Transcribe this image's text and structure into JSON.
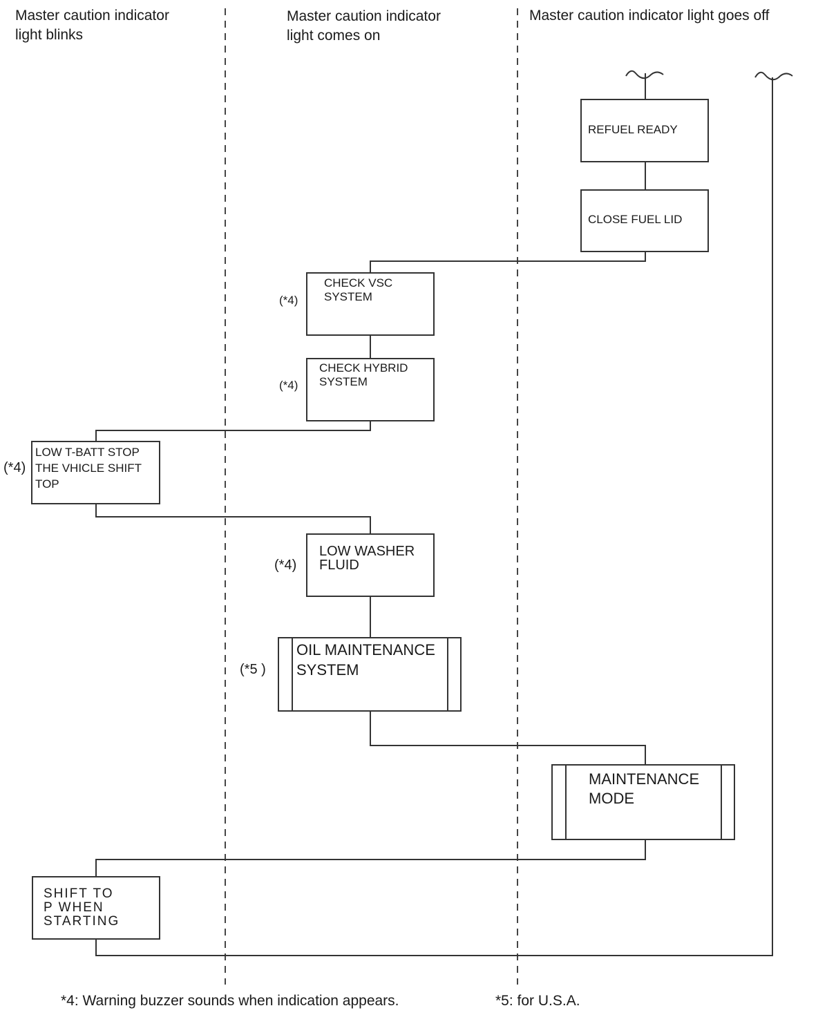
{
  "columns": [
    {
      "title": "Master caution indicator\nlight blinks"
    },
    {
      "title": "Master caution indicator\nlight comes on"
    },
    {
      "title": "Master caution indicator light goes off"
    }
  ],
  "boxes": {
    "refuel_ready": {
      "label": "REFUEL READY",
      "note": ""
    },
    "close_fuel_lid": {
      "label": "CLOSE FUEL LID",
      "note": ""
    },
    "check_vsc": {
      "label": "CHECK VSC\nSYSTEM",
      "note": "(*4)"
    },
    "check_hybrid": {
      "label": "CHECK HYBRID\nSYSTEM",
      "note": "(*4)"
    },
    "low_tbatt": {
      "label": "LOW T-BATT STOP\nTHE VHICLE SHIFT\nTOP",
      "note": "(*4)"
    },
    "low_washer": {
      "label": "LOW  WASHER\nFLUID",
      "note": "(*4)"
    },
    "oil_maintenance": {
      "label": "OIL MAINTENANCE\nSYSTEM",
      "note": "(*5 )"
    },
    "maintenance_mode": {
      "label": "MAINTENANCE\nMODE",
      "note": ""
    },
    "shift_to_p": {
      "label": "SHIFT  TO\nP WHEN\nSTARTING",
      "note": ""
    }
  },
  "footnotes": {
    "note4": "*4: Warning buzzer sounds when indication appears.",
    "note5": "*5: for U.S.A."
  },
  "colors": {
    "line": "#333333",
    "text": "#1a1a1a",
    "background": "#ffffff"
  }
}
